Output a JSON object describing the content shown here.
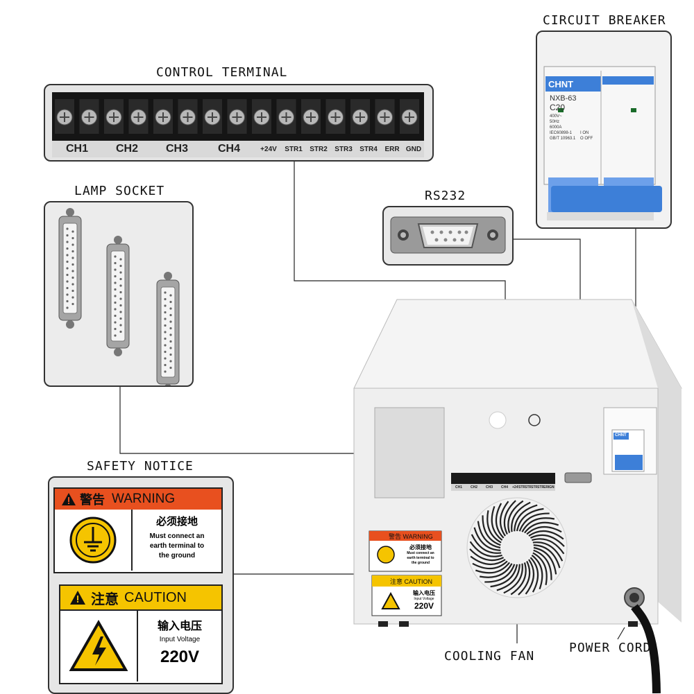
{
  "labels": {
    "control_terminal": "CONTROL TERMINAL",
    "lamp_socket": "LAMP SOCKET",
    "rs232": "RS232",
    "circuit_breaker": "CIRCUIT BREAKER",
    "safety_notice": "SAFETY NOTICE",
    "cooling_fan": "COOLING FAN",
    "power_cord": "POWER CORD"
  },
  "terminal": {
    "group_labels": [
      "CH1",
      "CH2",
      "CH3",
      "CH4"
    ],
    "pin_labels": [
      "+24V",
      "STR1",
      "STR2",
      "STR3",
      "STR4",
      "ERR",
      "GND"
    ],
    "small_labels": [
      "CH1",
      "CH2",
      "CH3",
      "CH4",
      "+24V",
      "STR1",
      "STR2",
      "STR3",
      "STR4",
      "ERR",
      "GND"
    ]
  },
  "breaker": {
    "brand": "CHNT",
    "model": "NXB-63",
    "rating": "C20",
    "specs": [
      "400V~",
      "50Hz",
      "6000A",
      "IEC60898-1",
      "GB/T 10963.1"
    ],
    "on_label": "I ON",
    "off_label": "O OFF",
    "small_brand": "CHNT"
  },
  "warning": {
    "header_cn": "警告",
    "header_en": "WARNING",
    "title_cn": "必须接地",
    "line1": "Must connect an",
    "line2": "earth terminal to",
    "line3": "the ground"
  },
  "caution": {
    "header_cn": "注意",
    "header_en": "CAUTION",
    "title_cn": "输入电压",
    "subtitle": "Input Voltage",
    "voltage": "220V"
  },
  "colors": {
    "warning_orange": "#e8501f",
    "caution_yellow": "#f5c400",
    "breaker_blue": "#3d7fd8",
    "chassis": "#efefef"
  }
}
